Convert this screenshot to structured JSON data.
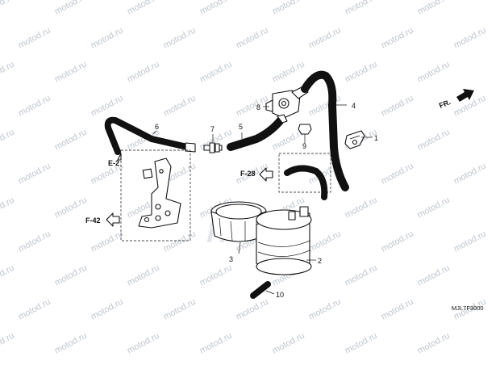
{
  "diagram": {
    "watermark": "motod.ru",
    "direction_label": "FR.",
    "drawing_code": "MJL7F3000",
    "brand_mark": "HONDA",
    "callouts": [
      {
        "id": "c1",
        "label": "1"
      },
      {
        "id": "c2",
        "label": "2"
      },
      {
        "id": "c3",
        "label": "3"
      },
      {
        "id": "c4",
        "label": "4"
      },
      {
        "id": "c5",
        "label": "5"
      },
      {
        "id": "c6",
        "label": "6"
      },
      {
        "id": "c7",
        "label": "7"
      },
      {
        "id": "c8",
        "label": "8"
      },
      {
        "id": "c9",
        "label": "9"
      },
      {
        "id": "c10",
        "label": "10"
      }
    ],
    "references": [
      {
        "id": "r1",
        "label": "E-2"
      },
      {
        "id": "r2",
        "label": "F-28"
      },
      {
        "id": "r3",
        "label": "F-42"
      }
    ]
  }
}
